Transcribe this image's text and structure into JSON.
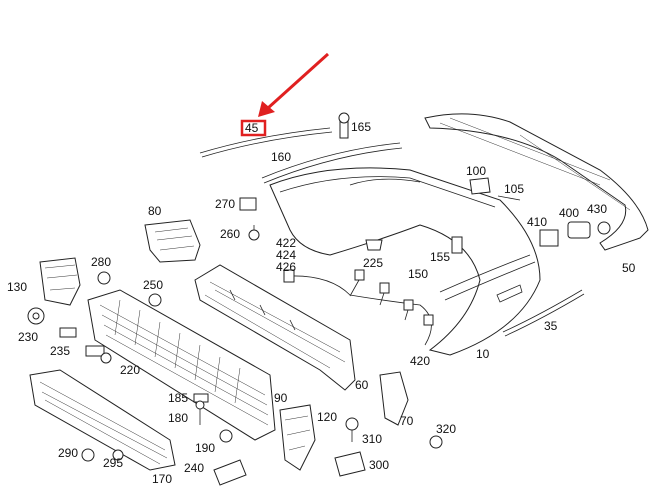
{
  "diagram": {
    "highlighted_label": "45",
    "callouts": [
      "165",
      "160",
      "270",
      "100",
      "105",
      "80",
      "260",
      "422",
      "424",
      "426",
      "410",
      "400",
      "430",
      "225",
      "155",
      "150",
      "50",
      "130",
      "280",
      "250",
      "230",
      "235",
      "220",
      "35",
      "420",
      "10",
      "185",
      "180",
      "190",
      "90",
      "60",
      "120",
      "70",
      "310",
      "320",
      "290",
      "295",
      "170",
      "240",
      "300"
    ]
  }
}
